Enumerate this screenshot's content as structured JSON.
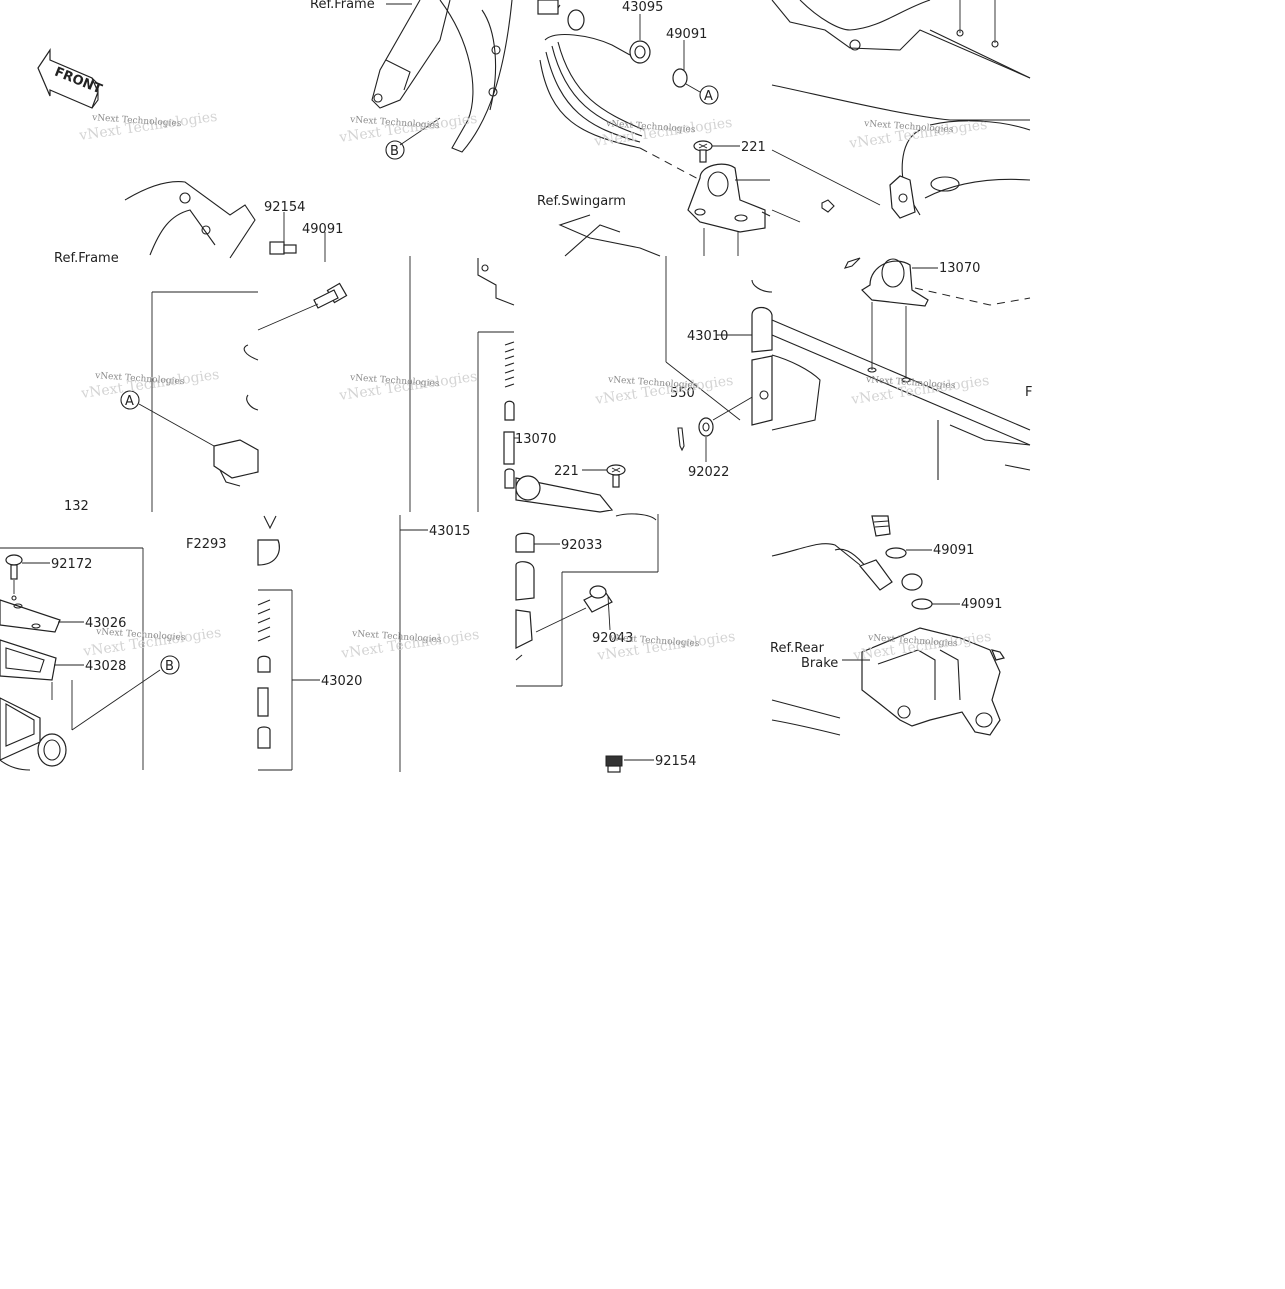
{
  "front_badge": "FRONT",
  "figure_code": "F2293",
  "watermark": "vNext Technologies",
  "labels": {
    "ref_frame_top": "Ref.Frame",
    "ref_frame_left": "Ref.Frame",
    "ref_swingarm": "Ref.Swingarm",
    "ref_rear_brake_1": "Ref.Rear",
    "ref_rear_brake_2": "Brake",
    "p43095": "43095",
    "p49091_a": "49091",
    "p221_a": "221",
    "p92154_a": "92154",
    "p49091_b": "49091",
    "p13070_a": "13070",
    "p43010": "43010",
    "p550": "550",
    "p92022": "92022",
    "p13070_b": "13070",
    "p221_b": "221",
    "p132": "132",
    "p43015": "43015",
    "p92033": "92033",
    "p92172": "92172",
    "p43026": "43026",
    "p43028": "43028",
    "p43020": "43020",
    "p92043": "92043",
    "p49091_c": "49091",
    "p49091_d": "49091",
    "p92154_b": "92154",
    "clip_f": "F"
  },
  "callouts": {
    "a_top": "A",
    "b_top": "B",
    "a_left": "A",
    "b_left": "B"
  }
}
